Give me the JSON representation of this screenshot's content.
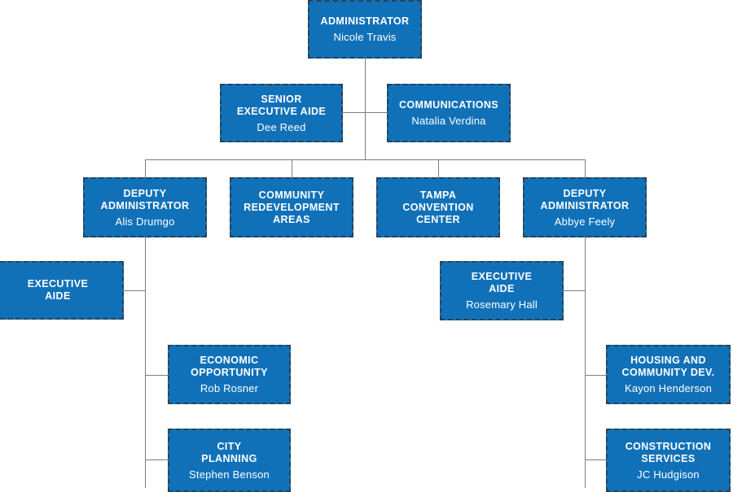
{
  "palette": {
    "box_fill": "#1171b8",
    "box_border": "#2c4154",
    "box_text": "#ffffff",
    "connector_line": "#7d7d7d",
    "page_background": "#ffffff"
  },
  "org_chart": {
    "nodes": [
      {
        "title": "ADMINISTRATOR",
        "name": "Nicole Travis"
      },
      {
        "title": "SENIOR\nEXECUTIVE AIDE",
        "name": "Dee Reed"
      },
      {
        "title": "COMMUNICATIONS",
        "name": "Natalia Verdina"
      },
      {
        "title": "DEPUTY\nADMINISTRATOR",
        "name": "Alis Drumgo"
      },
      {
        "title": "COMMUNITY\nREDEVELOPMENT\nAREAS",
        "name": ""
      },
      {
        "title": "TAMPA\nCONVENTION CENTER",
        "name": ""
      },
      {
        "title": "DEPUTY\nADMINISTRATOR",
        "name": "Abbye Feely"
      },
      {
        "title": "EXECUTIVE\nAIDE",
        "name": ""
      },
      {
        "title": "EXECUTIVE\nAIDE",
        "name": "Rosemary Hall"
      },
      {
        "title": "ECONOMIC\nOPPORTUNITY",
        "name": "Rob Rosner"
      },
      {
        "title": "HOUSING AND\nCOMMUNITY DEV.",
        "name": "Kayon Henderson"
      },
      {
        "title": "CITY\nPLANNING",
        "name": "Stephen Benson"
      },
      {
        "title": "CONSTRUCTION\nSERVICES",
        "name": "JC Hudgison"
      }
    ]
  }
}
